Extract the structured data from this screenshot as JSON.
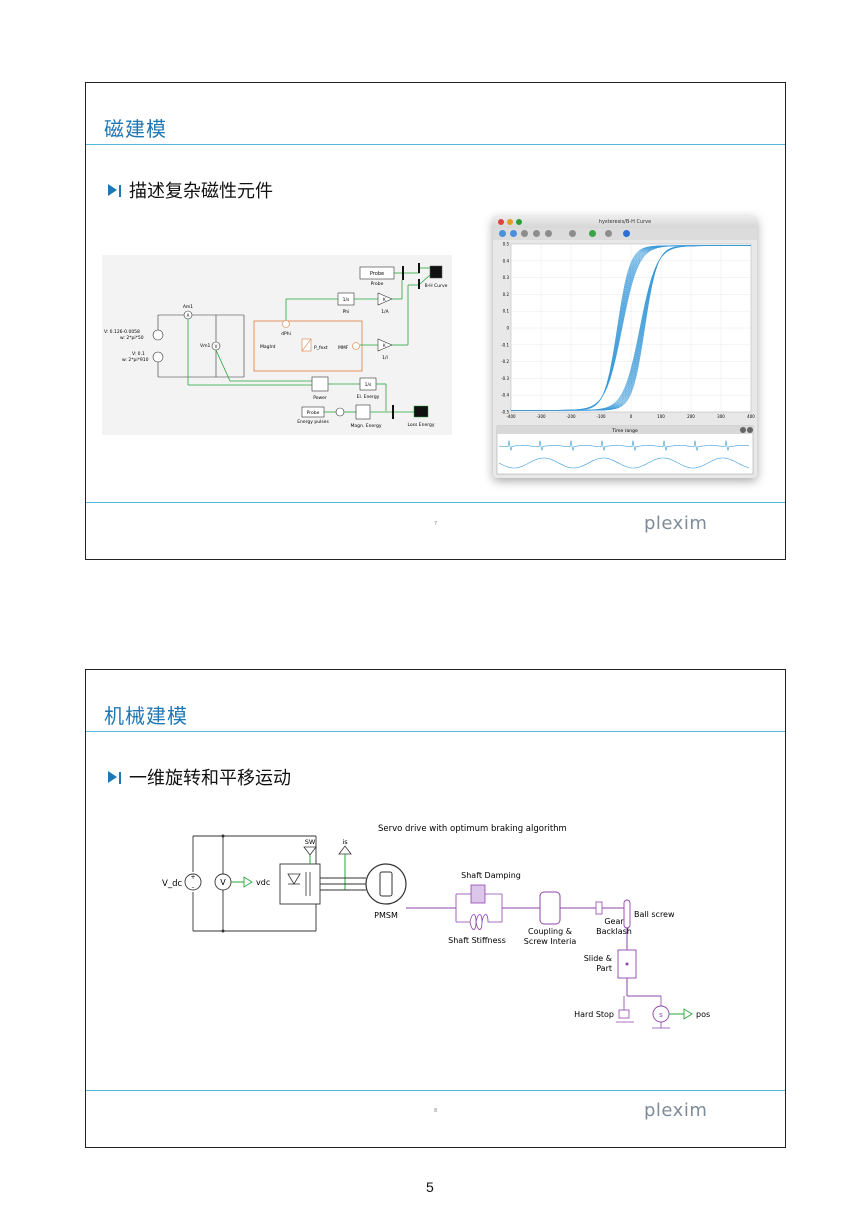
{
  "slides": [
    {
      "title": "磁建模",
      "bullet": "描述复杂磁性元件",
      "page_number": "7",
      "logo": "plexim",
      "schematic": {
        "labels": {
          "probe1": "Probe",
          "probe1_caption": "Probe",
          "bh_curve": "B-H Curve",
          "phi_block": "1/s",
          "phi_caption": "Phi",
          "gain1": "K",
          "gain1_caption": "1/A",
          "gain2": "K",
          "gain2_caption": "1/l",
          "am1": "Am1",
          "vm1": "Vm1",
          "source1": "V: 0.126-0.0058\nw: 2*pi*50",
          "source1_l1": "V: 0.126-0.0058",
          "source1_l2": "w: 2*pi*50",
          "source2_l1": "V: 0.1",
          "source2_l2": "w: 2*pi*910",
          "magint": "MagInt",
          "dphi": "dPhi",
          "p_fext": "P_fext",
          "mmf": "MMF",
          "power": "Power",
          "el_energy_block": "1/s",
          "el_energy": "El. Energy",
          "probe2": "Probe",
          "energy_pulses": "Energy pulses",
          "magn_energy": "Magn. Energy",
          "loss_energy": "Loss Energy"
        }
      },
      "scope": {
        "window_title": "hysteresis/B-H Curve",
        "time_range_label": "Time range",
        "y_ticks": [
          "0.5",
          "0.4",
          "0.3",
          "0.2",
          "0.1",
          "0",
          "-0.1",
          "-0.2",
          "-0.3",
          "-0.4",
          "-0.5"
        ],
        "x_ticks": [
          "-400",
          "-300",
          "-200",
          "-100",
          "0",
          "100",
          "200",
          "300",
          "400"
        ]
      }
    },
    {
      "title": "机械建模",
      "bullet": "一维旋转和平移运动",
      "page_number": "8",
      "logo": "plexim",
      "schematic": {
        "caption": "Servo drive with optimum braking algorithm",
        "v_dc": "V_dc",
        "vdc": "vdc",
        "sw": "SW",
        "is": "is",
        "pmsm": "PMSM",
        "shaft_damping": "Shaft Damping",
        "shaft_stiffness": "Shaft Stiffness",
        "coupling_l1": "Coupling &",
        "coupling_l2": "Screw Interia",
        "gear_l1": "Gear",
        "gear_l2": "Backlash",
        "ball_screw": "Ball screw",
        "slide_l1": "Slide &",
        "slide_l2": "Part",
        "hard_stop": "Hard Stop",
        "pos": "pos"
      }
    }
  ],
  "page_footer_number": "5",
  "colors": {
    "accent": "#1f78b4",
    "rule": "#52b8d8",
    "green": "#27a63a",
    "orange": "#e07a3a",
    "purple": "#8e44ad",
    "curve": "#3a9ad9"
  }
}
